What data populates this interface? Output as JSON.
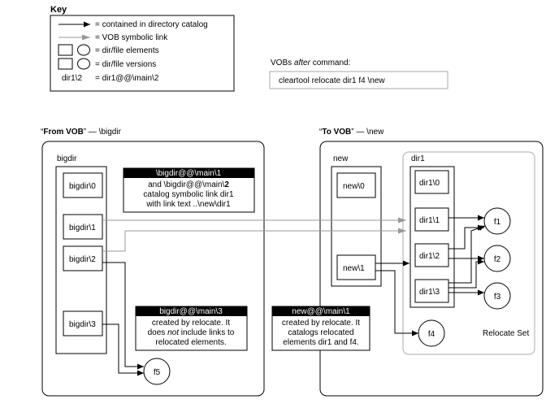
{
  "key": {
    "title": "Key",
    "contained_label": "= contained in directory catalog",
    "symlink_label": "= VOB symbolic link",
    "elements_label": "= dir/file elements",
    "versions_label": "= dir/file versions",
    "dir_label": "dir1\\2",
    "dir_value": "= dir1@@\\main\\2"
  },
  "command": {
    "caption_before": "VOBs ",
    "caption_italic": "after",
    "caption_after": " command:",
    "text": "cleartool relocate dir1 f4 \\new"
  },
  "from_vob": {
    "title_q1": "“",
    "title_bold": "From VOB",
    "title_rest": "” — \\bigdir",
    "dir_label": "bigdir",
    "versions": [
      "bigdir\\0",
      "bigdir\\1",
      "bigdir\\2",
      "bigdir\\3"
    ],
    "file": "f5",
    "note1": {
      "header": "\\bigdir@@\\main\\1",
      "line1_pre": "and \\bigdir@@\\main\\",
      "line1_bold": "2",
      "line2": "catalog symbolic link dir1",
      "line3": "with link text ..\\new\\dir1"
    },
    "note2": {
      "header": "bigdir@@\\main\\3",
      "line1": "created by relocate. It",
      "line2_pre": "does ",
      "line2_italic": "not",
      "line2_post": " include links to",
      "line3": "relocated elements."
    }
  },
  "to_vob": {
    "title_q1": "“",
    "title_bold": "To VOB",
    "title_rest": "” — \\new",
    "dir_label": "new",
    "versions": [
      "new\\0",
      "new\\1"
    ],
    "dir1_label": "dir1",
    "dir1_versions": [
      "dir1\\0",
      "dir1\\1",
      "dir1\\2",
      "dir1\\3"
    ],
    "files": [
      "f1",
      "f2",
      "f3",
      "f4"
    ],
    "relocate_set": "Relocate Set",
    "note": {
      "header": "new@@\\main\\1",
      "line1": "created by relocate. It",
      "line2": "catalogs relocated",
      "line3": "elements dir1 and f4."
    }
  }
}
